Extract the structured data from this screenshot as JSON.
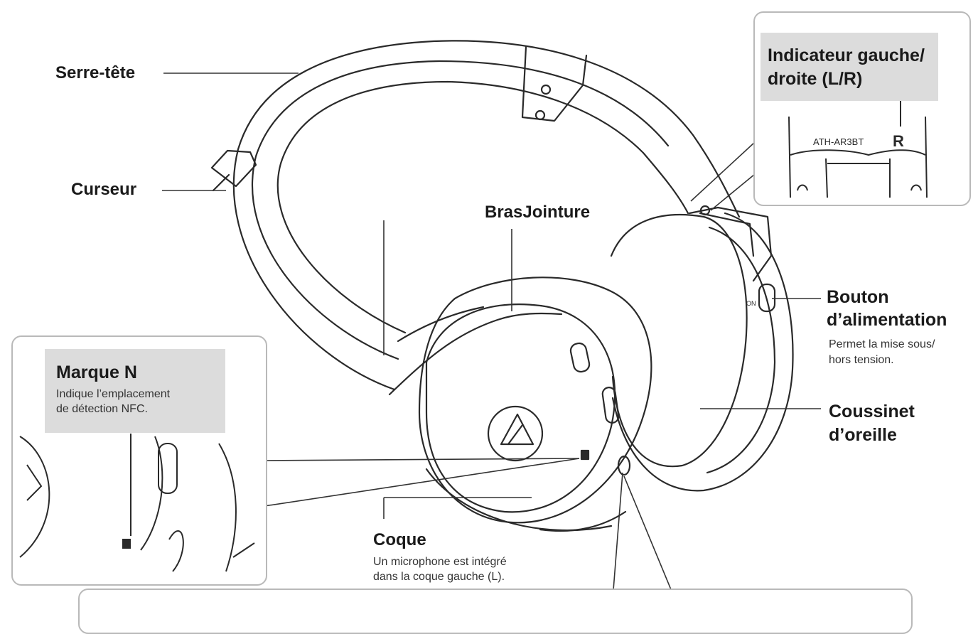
{
  "labels": {
    "headband": "Serre-tête",
    "slider": "Curseur",
    "arm_joint": "BrasJointure",
    "housing": "Coque",
    "housing_desc_1": "Un microphone est intégré",
    "housing_desc_2": "dans la coque gauche (L).",
    "power_button_1": "Bouton",
    "power_button_2": "d’alimentation",
    "power_desc_1": "Permet la mise sous/",
    "power_desc_2": "hors tension.",
    "ear_pad_1": "Coussinet",
    "ear_pad_2": "d’oreille"
  },
  "inset_lr": {
    "title_1": "Indicateur gauche/",
    "title_2": "droite (L/R)",
    "model": "ATH-AR3BT",
    "side": "R"
  },
  "inset_nfc": {
    "title": "Marque N",
    "desc_1": "Indique l’emplacement",
    "desc_2": "de détection NFC."
  },
  "colors": {
    "outline": "#2a2a2a",
    "leader": "#333333",
    "inset_border": "#b9b9b9",
    "label_bg": "#dcdcdc"
  }
}
